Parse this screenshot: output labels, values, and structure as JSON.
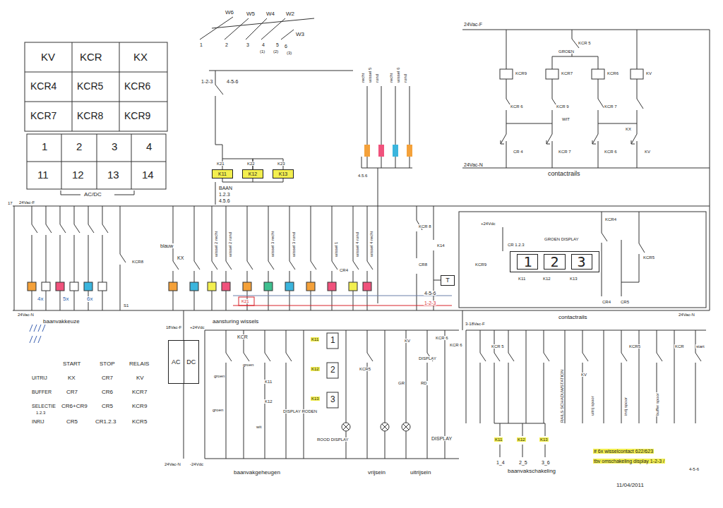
{
  "diagram": {
    "nodes": [
      {
        "text": [
          "K11"
        ]
      },
      {
        "text": [
          "K12"
        ]
      },
      {
        "text": [
          "K13"
        ]
      },
      {
        "text": [
          "T"
        ]
      },
      {
        "text": [
          "1",
          "2",
          "3"
        ]
      },
      {
        "text": [
          "AC",
          "DC"
        ]
      }
    ],
    "edges": [
      {
        "from": 0,
        "to": 1,
        "arrow": "none"
      },
      {
        "from": 1,
        "to": 2,
        "arrow": "none"
      }
    ],
    "labels": [
      "KV",
      "KCR",
      "KX",
      "KCR4",
      "KCR5",
      "KCR6",
      "KCR7",
      "KCR8",
      "KCR9",
      "1",
      "2",
      "3",
      "4",
      "11",
      "12",
      "13",
      "14",
      "AC/DC",
      "W6",
      "W5",
      "W4",
      "W2",
      "W3",
      "1",
      "2",
      "3",
      "4",
      "(1)",
      "5",
      "(2)",
      "6",
      "(3)",
      "1-2-3",
      "4-5-6",
      "K21",
      "K22",
      "K23",
      "BAAN",
      "1.2.3",
      "4.5.6",
      "recht",
      "wissel 5",
      "rond",
      "recht",
      "wissel 6",
      "rond",
      "4.5.6",
      "24Vac-F",
      "KCR 5",
      "GROEN",
      "KCR9",
      "KCR7",
      "KCR6",
      "KV",
      "KCR 6",
      "KCR 9",
      "WIT",
      "KCR 7",
      "CR 4",
      "KCR 7",
      "KCR 6",
      "KX",
      "KV",
      "24Vac-N",
      "contactrails",
      "17",
      "24Vac-F",
      "24Vac-N",
      "4x",
      "5x",
      "6x",
      "baanvakkeuze",
      "S1",
      "KCR8",
      "blauw",
      "KX",
      "wissel 2 recht",
      "wissel 2 rond",
      "wissel 3 recht",
      "wissel 3 rond",
      "wissel 1",
      "wissel 4 rond",
      "wissel 4 recht",
      "aansturing wissels",
      "K21",
      "4-5-6",
      "1-2-3",
      "CR4",
      "KCR 8",
      "CR8",
      "K14",
      "+24Vdc",
      "CR 1.2.3",
      "GROEN DISPLAY",
      "KCR9",
      "K11",
      "K12",
      "K13",
      "KCR4",
      "KCR5",
      "CR4",
      "CR5",
      "contactrails",
      "24Vac-N",
      "START",
      "STOP",
      "RELAIS",
      "UITRIJ",
      "KX",
      "CR7",
      "KV",
      "BUFFER",
      "CR7",
      "CR6",
      "KCR7",
      "SELECTIE",
      "1.2.3",
      "CR6+CR9",
      "CR5",
      "KCR9",
      "INRIJ",
      "CR5",
      "CR1.2.3",
      "KCR5",
      "18Vac-F",
      "+24Vdc",
      "24Vac-N",
      "-24Vdc",
      "KCR",
      "groen",
      "groen",
      "groen",
      "K11",
      "K12",
      "DISPLAY RODEN",
      "wit",
      "baanvakgeheugen",
      "K11",
      "K12",
      "K13",
      "1",
      "2",
      "3",
      "ROOD DISPLAY",
      "KCR5",
      "vrijsein",
      "KV",
      "DISPLAY",
      "GR",
      "RD",
      "uitrijsein",
      "KCR 6",
      "KCR 6",
      "DISPLAY",
      "3-18Vac-F",
      "KCR 5",
      "K11",
      "K12",
      "K13",
      "1_4",
      "2_5",
      "3_6",
      "baanvakschakeling",
      "RAILS SCHADUWSTATION",
      "uitrij spoor",
      "inrij spoor",
      "buffer spoor",
      "KCR5",
      "KCR",
      "start",
      "KV",
      "# 6x wisselcontact 622/623",
      "tbv omschakeling display 1-2-3 /",
      "4-5-6",
      "11/04/2011"
    ]
  }
}
